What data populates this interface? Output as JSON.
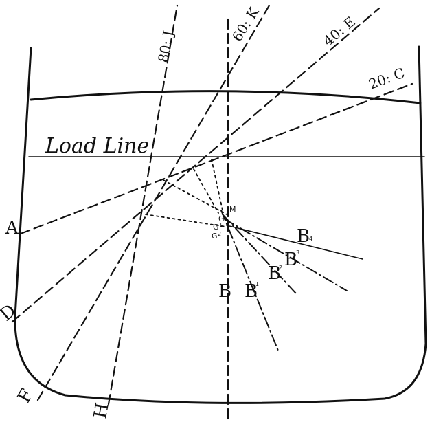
{
  "labels": {
    "load_line": "Load Line",
    "a": "A",
    "d": "D",
    "f": "F",
    "h": "H",
    "j_angle": "80: J",
    "k_angle": "60: K",
    "e_angle": "40: E",
    "c_angle": "20: C",
    "m": "M",
    "g": "G",
    "g1": "G",
    "g2": "G",
    "b": "B",
    "b1": "B",
    "b2": "B",
    "b3": "B",
    "b4": "B",
    "sup1": "1",
    "sup2": "2",
    "sup3": "3",
    "sup4": "4",
    "sup_g1": "1",
    "sup_g2": "2"
  },
  "colors": {
    "ink": "#111111",
    "paper": "#ffffff"
  }
}
